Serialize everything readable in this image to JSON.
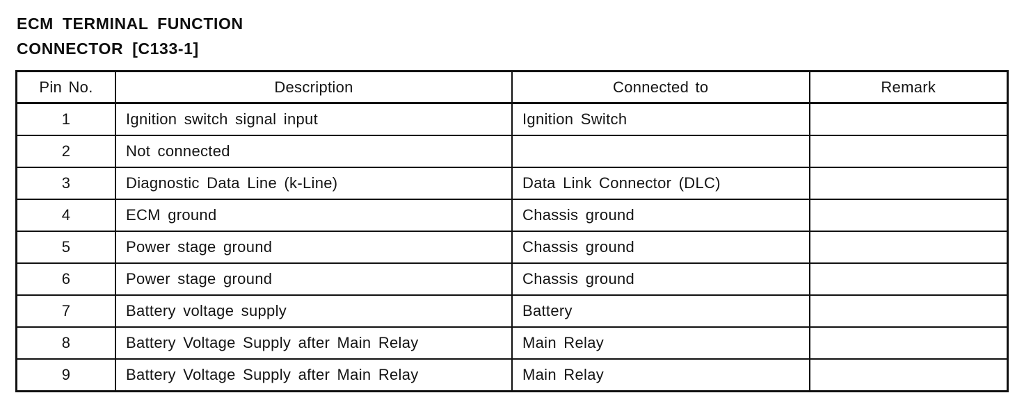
{
  "page": {
    "title_line1": "ECM TERMINAL FUNCTION",
    "title_line2": "CONNECTOR [C133-1]"
  },
  "colors": {
    "ink": "#101010",
    "paper": "#ffffff"
  },
  "table": {
    "columns": [
      "Pin No.",
      "Description",
      "Connected to",
      "Remark"
    ],
    "rows": [
      {
        "pin": "1",
        "description": "Ignition switch signal input",
        "connected_to": "Ignition Switch",
        "remark": ""
      },
      {
        "pin": "2",
        "description": "Not connected",
        "connected_to": "",
        "remark": ""
      },
      {
        "pin": "3",
        "description": "Diagnostic Data Line (k-Line)",
        "connected_to": "Data Link Connector (DLC)",
        "remark": ""
      },
      {
        "pin": "4",
        "description": "ECM ground",
        "connected_to": "Chassis ground",
        "remark": ""
      },
      {
        "pin": "5",
        "description": "Power stage ground",
        "connected_to": "Chassis ground",
        "remark": ""
      },
      {
        "pin": "6",
        "description": "Power stage ground",
        "connected_to": "Chassis ground",
        "remark": ""
      },
      {
        "pin": "7",
        "description": "Battery voltage supply",
        "connected_to": "Battery",
        "remark": ""
      },
      {
        "pin": "8",
        "description": "Battery Voltage Supply after Main Relay",
        "connected_to": "Main Relay",
        "remark": ""
      },
      {
        "pin": "9",
        "description": "Battery Voltage Supply after Main Relay",
        "connected_to": "Main Relay",
        "remark": ""
      }
    ]
  }
}
